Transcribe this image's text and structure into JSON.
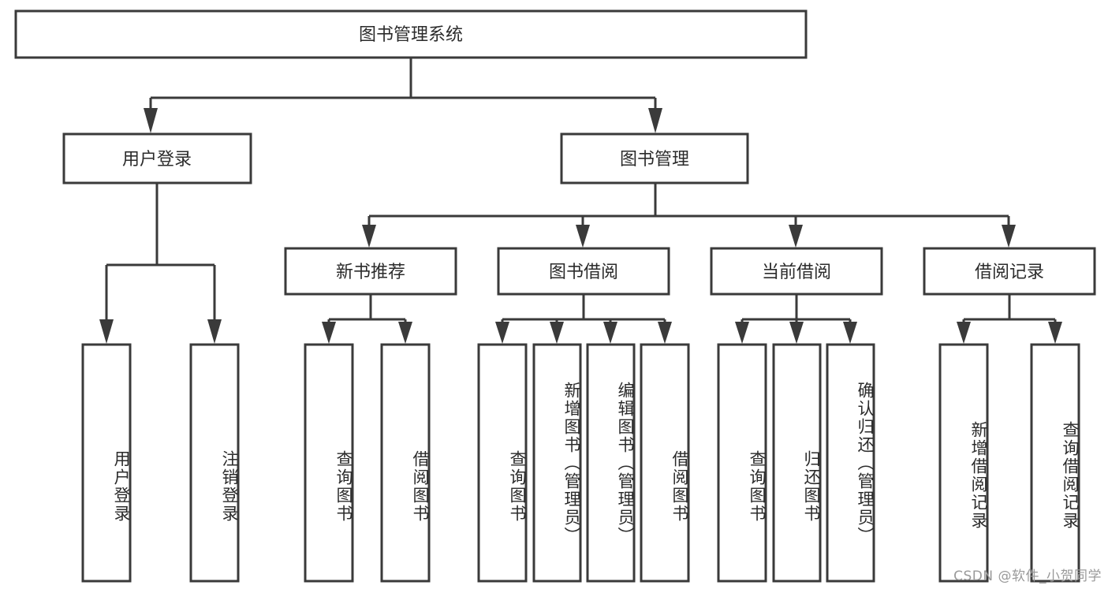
{
  "diagram": {
    "type": "tree-hierarchy",
    "title": "图书管理系统",
    "root": {
      "id": "root",
      "label": "图书管理系统"
    },
    "level1": [
      {
        "id": "user-login",
        "label": "用户登录"
      },
      {
        "id": "book-manage",
        "label": "图书管理"
      }
    ],
    "level2": [
      {
        "id": "new-book-recommend",
        "label": "新书推荐",
        "parent": "book-manage"
      },
      {
        "id": "book-borrow",
        "label": "图书借阅",
        "parent": "book-manage"
      },
      {
        "id": "current-borrow",
        "label": "当前借阅",
        "parent": "book-manage"
      },
      {
        "id": "borrow-record",
        "label": "借阅记录",
        "parent": "book-manage"
      }
    ],
    "leaves": [
      {
        "id": "leaf-user-login",
        "label": "用户登录",
        "parent": "user-login"
      },
      {
        "id": "leaf-logout-login",
        "label": "注销登录",
        "parent": "user-login"
      },
      {
        "id": "leaf-query-book-1",
        "label": "查询图书",
        "parent": "new-book-recommend"
      },
      {
        "id": "leaf-borrow-book-1",
        "label": "借阅图书",
        "parent": "new-book-recommend"
      },
      {
        "id": "leaf-query-book-2",
        "label": "查询图书",
        "parent": "book-borrow"
      },
      {
        "id": "leaf-add-book",
        "label": "新增图书（管理员）",
        "parent": "book-borrow"
      },
      {
        "id": "leaf-edit-book",
        "label": "编辑图书（管理员）",
        "parent": "book-borrow"
      },
      {
        "id": "leaf-borrow-book-2",
        "label": "借阅图书",
        "parent": "book-borrow"
      },
      {
        "id": "leaf-query-book-3",
        "label": "查询图书",
        "parent": "current-borrow"
      },
      {
        "id": "leaf-return-book",
        "label": "归还图书",
        "parent": "current-borrow"
      },
      {
        "id": "leaf-confirm-return",
        "label": "确认归还（管理员）",
        "parent": "current-borrow"
      },
      {
        "id": "leaf-add-record",
        "label": "新增借阅记录",
        "parent": "borrow-record"
      },
      {
        "id": "leaf-query-record",
        "label": "查询借阅记录",
        "parent": "borrow-record"
      }
    ],
    "colors": {
      "stroke": "#3a3a3a",
      "fill": "#ffffff",
      "text": "#2b2b2b",
      "watermark": "#9a9a9a",
      "background": "#ffffff"
    }
  },
  "watermark": {
    "text": "CSDN @软件_小贺同学"
  }
}
